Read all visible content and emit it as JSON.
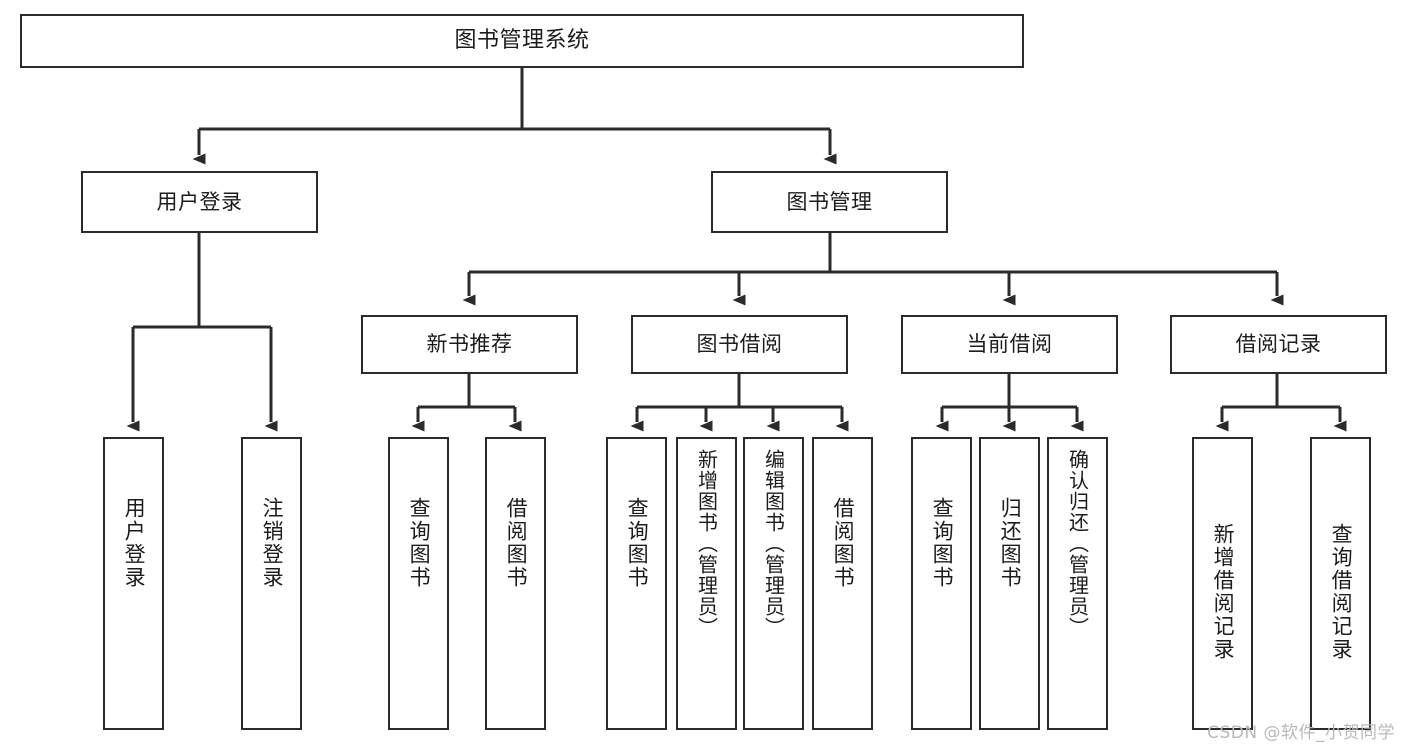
{
  "diagram": {
    "title": "图书管理系统",
    "type": "function-structure-tree",
    "watermark": "CSDN @软件_小贺同学",
    "colors": {
      "box_border": "#2b2b2b",
      "box_fill": "#ffffff",
      "edge": "#2b2b2b",
      "text": "#1c1c1c",
      "watermark": "#b9b9b9",
      "background": "#ffffff"
    },
    "levels": {
      "root": {
        "label": "图书管理系统"
      },
      "level1": [
        {
          "label": "用户登录"
        },
        {
          "label": "图书管理"
        }
      ],
      "level2": [
        {
          "label": "新书推荐"
        },
        {
          "label": "图书借阅"
        },
        {
          "label": "当前借阅"
        },
        {
          "label": "借阅记录"
        }
      ],
      "leaves": {
        "user_login": [
          {
            "label": "用户登录"
          },
          {
            "label": "注销登录"
          }
        ],
        "new_book_recommend": [
          {
            "label": "查询图书"
          },
          {
            "label": "借阅图书"
          }
        ],
        "book_borrow": [
          {
            "label": "查询图书"
          },
          {
            "label": "新增图书（管理员）"
          },
          {
            "label": "编辑图书（管理员）"
          },
          {
            "label": "借阅图书"
          }
        ],
        "current_borrow": [
          {
            "label": "查询图书"
          },
          {
            "label": "归还图书"
          },
          {
            "label": "确认归还（管理员）"
          }
        ],
        "borrow_record": [
          {
            "label": "新增借阅记录"
          },
          {
            "label": "查询借阅记录"
          }
        ]
      }
    }
  }
}
